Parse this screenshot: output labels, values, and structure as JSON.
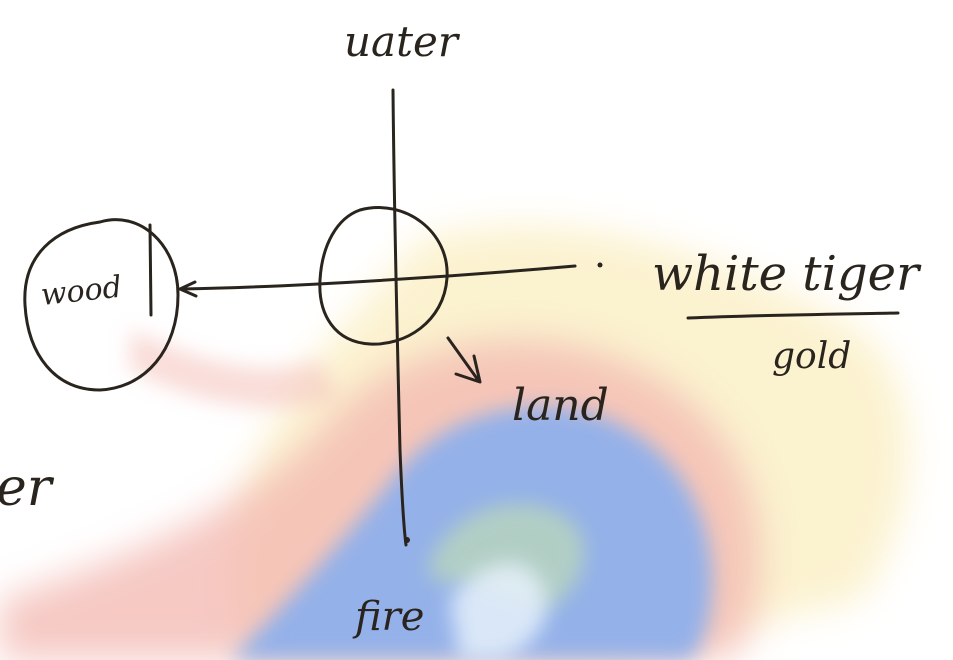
{
  "labels": {
    "top": "uater",
    "left": "wood",
    "right_upper": "white tiger",
    "right_lower": "gold",
    "arrow_target": "land",
    "bottom": "fire",
    "edge_fragment": "er"
  },
  "colors": {
    "ink": "#2a241e",
    "paint_blue": "#8fb0ec",
    "paint_pink": "#f3b7b0",
    "paint_yellow": "#fbefc4",
    "paint_green": "#b9d6bc"
  }
}
